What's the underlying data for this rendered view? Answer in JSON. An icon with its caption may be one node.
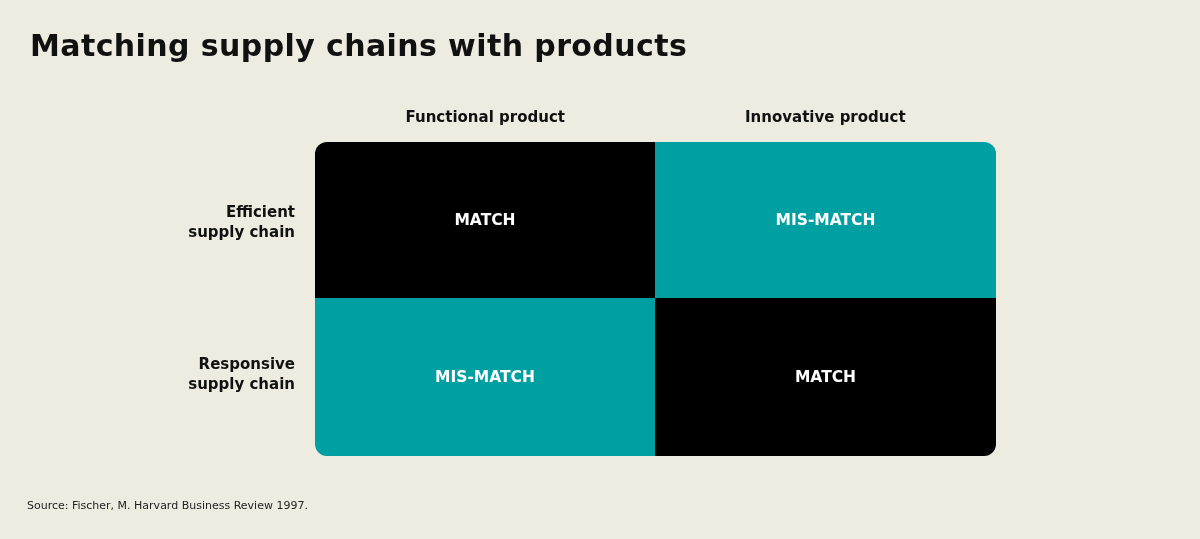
{
  "diagram": {
    "title": "Matching supply chains with products",
    "nodes": [
      {
        "text": [
          "MATCH"
        ]
      },
      {
        "text": [
          "MIS-MATCH"
        ]
      },
      {
        "text": [
          "MIS-MATCH"
        ]
      },
      {
        "text": [
          "MATCH"
        ]
      }
    ],
    "edges": [],
    "labels": [
      "Functional product",
      "Innovative product",
      "Efficient supply chain",
      "Responsive supply chain"
    ],
    "caption": "Source: Fischer, M. Harvard Business Review 1997."
  }
}
